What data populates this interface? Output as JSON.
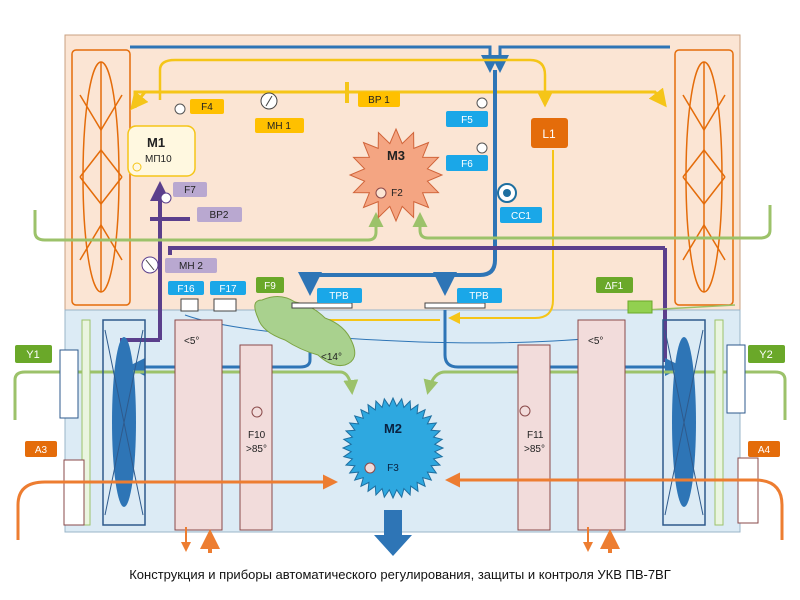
{
  "caption": "Конструкция и приборы автоматического регулирования, защиты и контроля УКВ ПВ-7ВГ",
  "colors": {
    "upper_zone": "#fbe5d4",
    "lower_zone": "#dcebf5",
    "blue_pipe": "#2e75b6",
    "yellow_pipe": "#f5c518",
    "purple_line": "#5b3f8c",
    "green_line": "#7da443",
    "orange_arrow": "#ed7d31",
    "label_blue": "#1aa7e8",
    "label_orange": "#e46c0a",
    "label_yellow": "#ffc000",
    "label_green": "#6aa829",
    "label_purple": "#b9a8d0"
  },
  "components": {
    "m1": "М1",
    "mp10": "МП10",
    "m2": "М2",
    "m3": "М3",
    "f2": "F2",
    "f3": "F3",
    "f4": "F4",
    "f5": "F5",
    "f6": "F6",
    "f7": "F7",
    "f9": "F9",
    "f10": "F10",
    "f10_set": ">85°",
    "f11": "F11",
    "f11_set": ">85°",
    "f16": "F16",
    "f17": "F17",
    "mh1": "МН 1",
    "mh2": "МН 2",
    "bp1": "ВР 1",
    "bp2": "ВР2",
    "cc1": "СС1",
    "l1": "L1",
    "df1": "ΔF1",
    "y1": "Y1",
    "y2": "Y2",
    "a3": "A3",
    "a4": "A4",
    "trv_left": "ТРВ",
    "trv_right": "ТРВ",
    "t_left": "<5°",
    "t_right": "<5°",
    "t_mid": "<14°"
  }
}
